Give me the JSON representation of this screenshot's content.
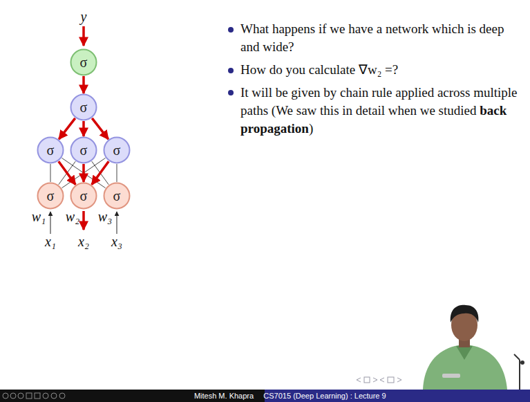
{
  "diagram": {
    "nodes": [
      {
        "text": [
          "σ"
        ]
      },
      {
        "text": [
          "σ"
        ]
      },
      {
        "text": [
          "σ"
        ]
      },
      {
        "text": [
          "σ"
        ]
      },
      {
        "text": [
          "σ"
        ]
      },
      {
        "text": [
          "σ"
        ]
      },
      {
        "text": [
          "σ"
        ]
      },
      {
        "text": [
          "σ"
        ]
      }
    ],
    "edges": [
      {
        "from": 0,
        "to": 1,
        "arrow": "to"
      },
      {
        "from": 1,
        "to": 2,
        "arrow": "to"
      },
      {
        "from": 1,
        "to": 3,
        "arrow": "to"
      },
      {
        "from": 1,
        "to": 4,
        "arrow": "to"
      },
      {
        "from": 2,
        "to": 5,
        "arrow": "none"
      },
      {
        "from": 2,
        "to": 7,
        "arrow": "none"
      },
      {
        "from": 3,
        "to": 5,
        "arrow": "none"
      },
      {
        "from": 3,
        "to": 7,
        "arrow": "none"
      },
      {
        "from": 4,
        "to": 5,
        "arrow": "none"
      },
      {
        "from": 4,
        "to": 7,
        "arrow": "none"
      },
      {
        "from": 2,
        "to": 6,
        "arrow": "to"
      },
      {
        "from": 3,
        "to": 6,
        "arrow": "to"
      },
      {
        "from": 4,
        "to": 6,
        "arrow": "to"
      }
    ],
    "labels": [
      "y",
      "w₁",
      "w₂",
      "w₃",
      "x₁",
      "x₂",
      "x₃",
      "What happens if we have a network which is deep and wide?",
      "How do you calculate ∇w₂ =?",
      "It will be given by chain rule applied across multiple paths (We saw this in detail when we studied",
      "back propagation",
      ")",
      "Mitesh M. Khapra",
      "CS7015 (Deep Learning) : Lecture 9"
    ]
  }
}
